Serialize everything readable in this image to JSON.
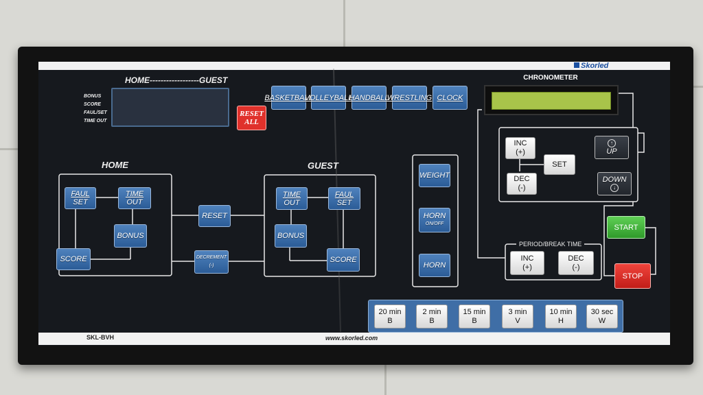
{
  "brand": "Skorled",
  "model": "SKL-BVH",
  "url": "www.skorled.com",
  "scoreboard": {
    "title": "HOME------------------GUEST",
    "side_labels": [
      "BONUS",
      "SCORE",
      "FAUL/SET",
      "TIME OUT"
    ]
  },
  "reset_all": {
    "line1": "RESET",
    "line2": "ALL"
  },
  "modes": [
    "BASKETBALL",
    "VOLLEYBALL",
    "HANDBALL",
    "WRESTLING",
    "CLOCK"
  ],
  "chronometer": {
    "title": "CHRONOMETER"
  },
  "home": {
    "title": "HOME",
    "faul_set": {
      "line1": "FAUL",
      "line2": "SET"
    },
    "time_out": {
      "line1": "TIME",
      "line2": "OUT"
    },
    "bonus": "BONUS",
    "score": "SCORE"
  },
  "guest": {
    "title": "GUEST",
    "time_out": {
      "line1": "TIME",
      "line2": "OUT"
    },
    "faul_set": {
      "line1": "FAUL",
      "line2": "SET"
    },
    "bonus": "BONUS",
    "score": "SCORE"
  },
  "center": {
    "reset": "RESET",
    "decrement": {
      "line1": "DECREMENT",
      "line2": "(-)"
    }
  },
  "aux": {
    "weight": "WEIGHT",
    "horn_onoff": {
      "line1": "HORN",
      "line2": "ON/OFF"
    },
    "horn": "HORN"
  },
  "chrono_controls": {
    "inc": {
      "line1": "INC",
      "line2": "(+)"
    },
    "dec": {
      "line1": "DEC",
      "line2": "(-)"
    },
    "set": "SET",
    "up": "UP",
    "down": "DOWN"
  },
  "period": {
    "label": "PERIOD/BREAK TIME",
    "inc": {
      "line1": "INC",
      "line2": "(+)"
    },
    "dec": {
      "line1": "DEC",
      "line2": "(-)"
    }
  },
  "start": "START",
  "stop": "STOP",
  "presets": [
    {
      "line1": "20 min",
      "line2": "B"
    },
    {
      "line1": "2 min",
      "line2": "B"
    },
    {
      "line1": "15 min",
      "line2": "B"
    },
    {
      "line1": "3 min",
      "line2": "V"
    },
    {
      "line1": "10 min",
      "line2": "H"
    },
    {
      "line1": "30 sec",
      "line2": "W"
    }
  ]
}
